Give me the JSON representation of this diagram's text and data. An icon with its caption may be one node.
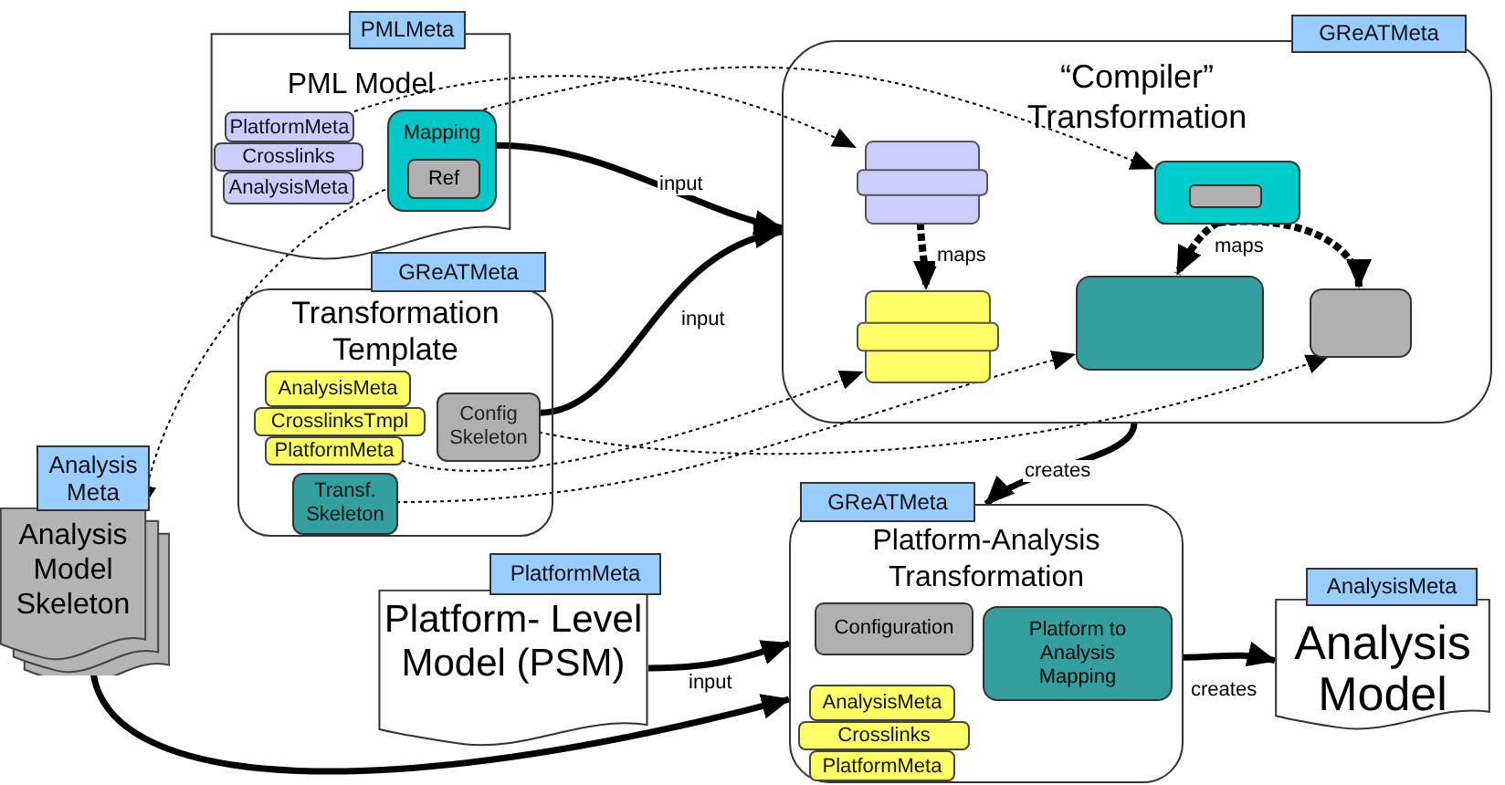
{
  "diagram": {
    "nodes": [
      {
        "text": [
          "PML Model"
        ]
      },
      {
        "text": [
          "PMLMeta"
        ]
      },
      {
        "text": [
          "PlatformMeta"
        ],
        "in": 0
      },
      {
        "text": [
          "Crosslinks"
        ],
        "in": 0
      },
      {
        "text": [
          "AnalysisMeta"
        ],
        "in": 0
      },
      {
        "text": [
          "Mapping"
        ],
        "in": 0
      },
      {
        "text": [
          "Ref"
        ],
        "in": 5
      },
      {
        "text": [
          "“Compiler” Transformation"
        ]
      },
      {
        "text": [
          "GReATMeta"
        ]
      },
      {
        "text": [],
        "shape": "box",
        "in": 7
      },
      {
        "text": [],
        "shape": "box",
        "in": 7
      },
      {
        "text": [],
        "shape": "box",
        "in": 7
      },
      {
        "text": [],
        "shape": "box",
        "in": 11
      },
      {
        "text": [],
        "shape": "box",
        "in": 7
      },
      {
        "text": [],
        "shape": "box",
        "in": 7
      },
      {
        "text": [
          "Transformation Template"
        ]
      },
      {
        "text": [
          "GReATMeta"
        ]
      },
      {
        "text": [
          "AnalysisMeta"
        ],
        "in": 15
      },
      {
        "text": [
          "CrosslinksTmpl"
        ],
        "in": 15
      },
      {
        "text": [
          "PlatformMeta"
        ],
        "in": 15
      },
      {
        "text": [
          "Config Skeleton"
        ],
        "in": 15
      },
      {
        "text": [
          "Transf. Skeleton"
        ],
        "in": 15
      },
      {
        "text": [
          "Analysis Meta"
        ]
      },
      {
        "text": [
          "Analysis Model Skeleton"
        ]
      },
      {
        "text": [
          "PlatformMeta"
        ]
      },
      {
        "text": [
          "Platform- Level Model (PSM)"
        ]
      },
      {
        "text": [
          "Platform-Analysis Transformation"
        ]
      },
      {
        "text": [
          "GReATMeta"
        ]
      },
      {
        "text": [
          "Configuration"
        ],
        "in": 26
      },
      {
        "text": [
          "Platform to Analysis Mapping"
        ],
        "in": 26
      },
      {
        "text": [
          "AnalysisMeta"
        ],
        "in": 26
      },
      {
        "text": [
          "Crosslinks"
        ],
        "in": 26
      },
      {
        "text": [
          "PlatformMeta"
        ],
        "in": 26
      },
      {
        "text": [
          "Analysis Model"
        ]
      },
      {
        "text": [
          "AnalysisMeta"
        ]
      }
    ],
    "edges": [
      {
        "from": 5,
        "to": 7,
        "arrow": "to",
        "label": "input"
      },
      {
        "from": 20,
        "to": 7,
        "arrow": "to",
        "label": "input"
      },
      {
        "from": 2,
        "to": 9,
        "arrow": "to",
        "style": "dashed"
      },
      {
        "from": 5,
        "to": 11,
        "arrow": "to",
        "style": "dashed"
      },
      {
        "from": 6,
        "to": 23,
        "arrow": "to",
        "style": "dashed"
      },
      {
        "from": 19,
        "to": 10,
        "arrow": "to",
        "style": "dashed"
      },
      {
        "from": 21,
        "to": 13,
        "arrow": "to",
        "style": "dashed"
      },
      {
        "from": 20,
        "to": 14,
        "arrow": "to",
        "style": "dashed"
      },
      {
        "from": 9,
        "to": 10,
        "arrow": "to",
        "label": "maps",
        "style": "dashed"
      },
      {
        "from": 11,
        "to": 13,
        "arrow": "to",
        "label": "maps",
        "style": "dashed"
      },
      {
        "from": 11,
        "to": 14,
        "arrow": "to",
        "style": "dashed"
      },
      {
        "from": 7,
        "to": 26,
        "arrow": "to",
        "label": "creates"
      },
      {
        "from": 25,
        "to": 26,
        "arrow": "to",
        "label": "input"
      },
      {
        "from": 23,
        "to": 26,
        "arrow": "to"
      },
      {
        "from": 26,
        "to": 33,
        "arrow": "to",
        "label": "creates"
      }
    ]
  }
}
